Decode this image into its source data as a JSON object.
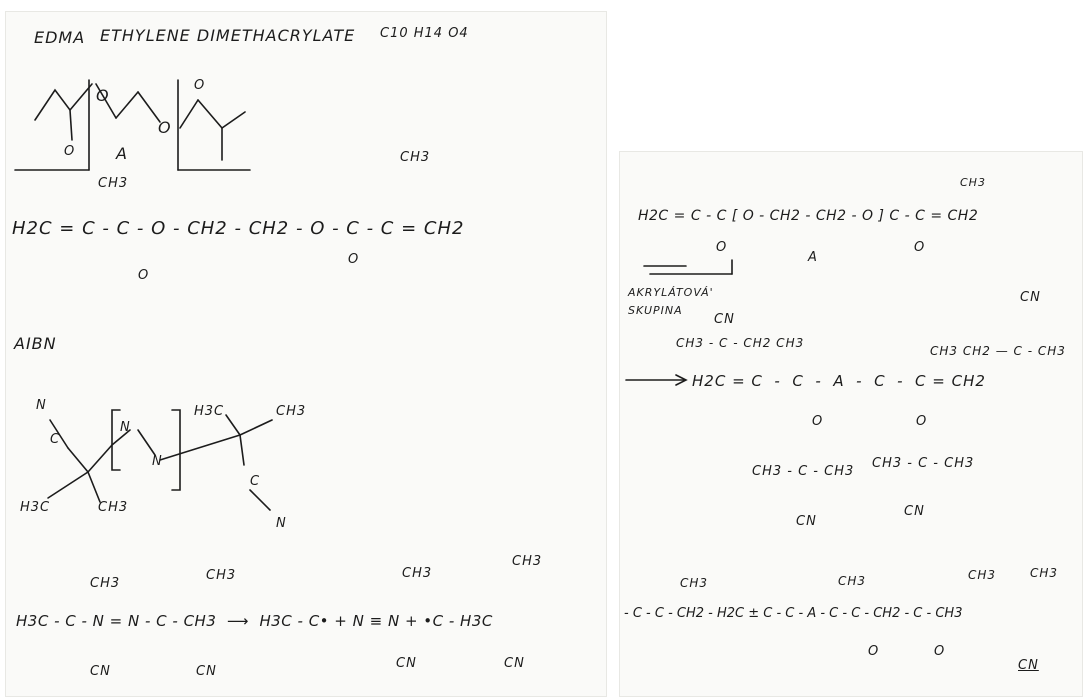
{
  "left": {
    "title": {
      "abbr": "EDMA",
      "name": "ETHYLENE DIMETHACRYLATE",
      "formula": "C10 H14 O4"
    },
    "skeleton": {
      "o1": "O",
      "o2": "O",
      "o_carbonyl1": "O",
      "o_carbonyl2": "O",
      "a_label": "A"
    },
    "structural": {
      "ch3_left": "CH3",
      "ch3_right": "CH3",
      "main_chain": "H2C = C - C - O - CH2 - CH2 - O - C - C = CH2",
      "carbonyl_left": "O",
      "carbonyl_right": "O"
    },
    "aibn": {
      "label": "AIBN",
      "n_top": "N",
      "c_nitrile1": "C",
      "n_bracket1": "N",
      "n_bracket2": "N",
      "h3c_top": "H3C",
      "ch3_top": "CH3",
      "h3c_bottom": "H3C",
      "ch3_bottom": "CH3",
      "c_nitrile2": "C",
      "n_nitrile2": "N"
    },
    "reaction": {
      "ch3_a": "CH3",
      "ch3_b": "CH3",
      "ch3_c": "CH3",
      "ch3_d": "CH3",
      "equation": "H3C - C - N = N - C - CH3  ⟶  H3C - C• + N ≡ N + •C - H3C",
      "cn_a": "CN",
      "cn_b": "CN",
      "cn_c": "CN",
      "cn_d": "CN"
    }
  },
  "right": {
    "top_formula": {
      "ch3": "CH3",
      "chain": "H2C = C - C [ O - CH2 - CH2 - O ] C - C = CH2",
      "carbonyl_left": "O",
      "carbonyl_right": "O",
      "a_label": "A"
    },
    "note": {
      "line1": "AKRYLÁTOVÁ'",
      "line2": "SKUPINA"
    },
    "middle": {
      "cn_left": "CN",
      "ch3_left_group": "CH3 - C - CH2 CH3",
      "cn_right": "CN",
      "ch3_right_group": "CH3 CH2 — C - CH3",
      "chain": "H2C = C  -  C  -  A  -  C  -  C = CH2",
      "o_left": "O",
      "o_right": "O",
      "sub_left": "CH3 - C - CH3",
      "sub_right": "CH3 - C - CH3",
      "cn_sub_left": "CN",
      "cn_sub_right": "CN"
    },
    "bottom": {
      "ch3_1": "CH3",
      "ch3_2": "CH3",
      "ch3_3": "CH3",
      "ch3_4": "CH3",
      "chain": "- C - C - CH2 - H2C ± C - C - A - C - C - CH2 - C - CH3",
      "o_left": "O",
      "o_right": "O",
      "cn": "CN"
    }
  }
}
